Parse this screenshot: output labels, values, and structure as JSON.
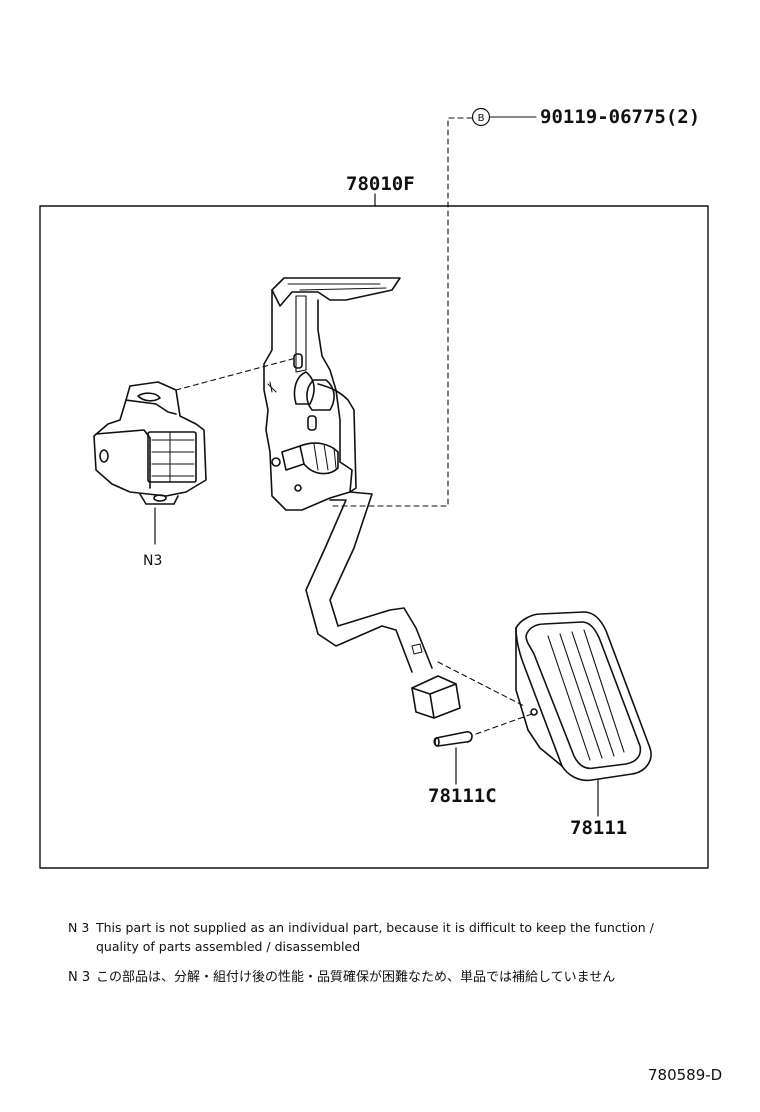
{
  "parts": {
    "assembly": "78010F",
    "bolt": "90119-06775(2)",
    "bolt_marker": "B",
    "sensor": "N3",
    "pin": "78111C",
    "pedal_pad": "78111"
  },
  "notes": {
    "en_tag": "N 3",
    "en_line1": "This part is not supplied as an individual part, because it is difficult to keep the function /",
    "en_line2": "quality of parts assembled / disassembled",
    "jp_tag": "N 3",
    "jp_text": "この部品は、分解・組付け後の性能・品質確保が困難なため、単品では補給していません"
  },
  "reference_code": "780589-D"
}
